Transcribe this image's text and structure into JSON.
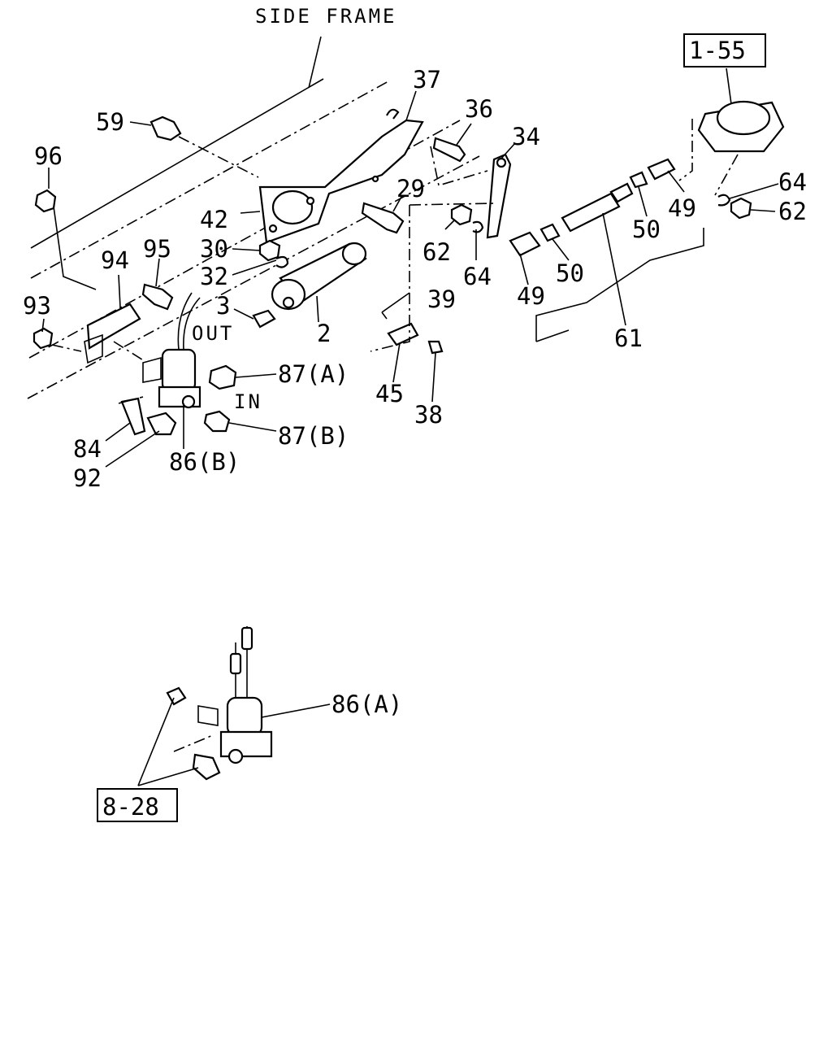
{
  "header": {
    "side_frame": "SIDE FRAME"
  },
  "boxes": {
    "ref_1_55": "1-55",
    "ref_8_28": "8-28"
  },
  "flow": {
    "out": "OUT",
    "in": "IN"
  },
  "labels": {
    "p37": "37",
    "p36": "36",
    "p34": "34",
    "p59": "59",
    "p96": "96",
    "p42": "42",
    "p29": "29",
    "p30": "30",
    "p32": "32",
    "p95": "95",
    "p94": "94",
    "p93": "93",
    "p3": "3",
    "p2": "2",
    "p62a": "62",
    "p64a": "64",
    "p39": "39",
    "p45": "45",
    "p38": "38",
    "p49a": "49",
    "p50a": "50",
    "p61": "61",
    "p50b": "50",
    "p49b": "49",
    "p64b": "64",
    "p62b": "62",
    "p87a": "87(A)",
    "p87b": "87(B)",
    "p84": "84",
    "p92": "92",
    "p86b": "86(B)",
    "p86a": "86(A)"
  }
}
